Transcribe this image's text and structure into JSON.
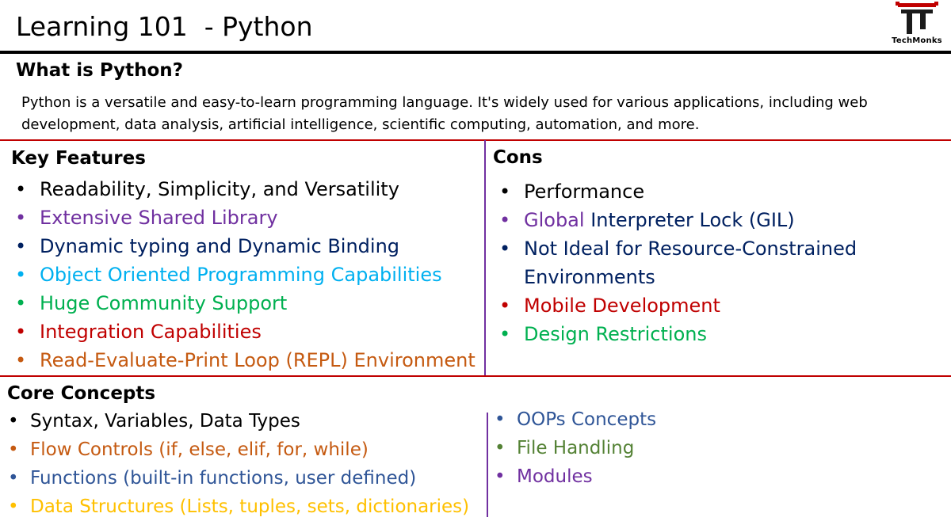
{
  "header": {
    "title": "Learning 101  - Python",
    "logo_text": "TechMonks",
    "logo_colors": {
      "primary": "#c00000",
      "secondary": "#000000"
    }
  },
  "intro": {
    "heading": "What is Python?",
    "body": "Python is a versatile and easy-to-learn programming language. It's widely used for various applications, including web development, data analysis, artificial intelligence, scientific computing, automation, and more."
  },
  "key_features": {
    "heading": "Key Features",
    "items": [
      {
        "text": "Readability, Simplicity, and Versatility",
        "color": "#000000"
      },
      {
        "text": "Extensive Shared Library",
        "color": "#7030a0"
      },
      {
        "text": "Dynamic typing and Dynamic Binding",
        "color": "#002060"
      },
      {
        "text": "Object Oriented Programming Capabilities",
        "color": "#00b0f0"
      },
      {
        "text": "Huge Community Support",
        "color": "#00b050"
      },
      {
        "text": "Integration Capabilities",
        "color": "#c00000"
      },
      {
        "text": "Read-Evaluate-Print Loop (REPL) Environment",
        "color": "#c55a11"
      }
    ]
  },
  "cons": {
    "heading": "Cons",
    "items": [
      {
        "text": "Performance",
        "color": "#000000"
      },
      {
        "text_a": "Global",
        "text_b": " Interpreter Lock (GIL)",
        "color_a": "#7030a0",
        "color_b": "#002060"
      },
      {
        "text": "Not Ideal for Resource-Constrained",
        "text2": "Environments",
        "color": "#002060"
      },
      {
        "text": "Mobile Development",
        "color": "#c00000"
      },
      {
        "text": "Design Restrictions",
        "color": "#00b050"
      }
    ]
  },
  "core_concepts": {
    "heading": "Core Concepts",
    "left_items": [
      {
        "text": "Syntax, Variables, Data Types",
        "color": "#000000"
      },
      {
        "text": "Flow Controls (if, else, elif, for, while)",
        "color": "#c55a11"
      },
      {
        "text": "Functions (built-in functions, user defined)",
        "color": "#2f5597"
      },
      {
        "text": "Data Structures (Lists, tuples, sets, dictionaries)",
        "color": "#ffc000"
      }
    ],
    "right_items": [
      {
        "text": "OOPs Concepts",
        "color": "#2f5597"
      },
      {
        "text": "File Handling",
        "color": "#548235"
      },
      {
        "text": "Modules",
        "color": "#7030a0"
      }
    ]
  },
  "dividers": {
    "horizontal": "#c00000",
    "vertical": "#7030a0"
  }
}
